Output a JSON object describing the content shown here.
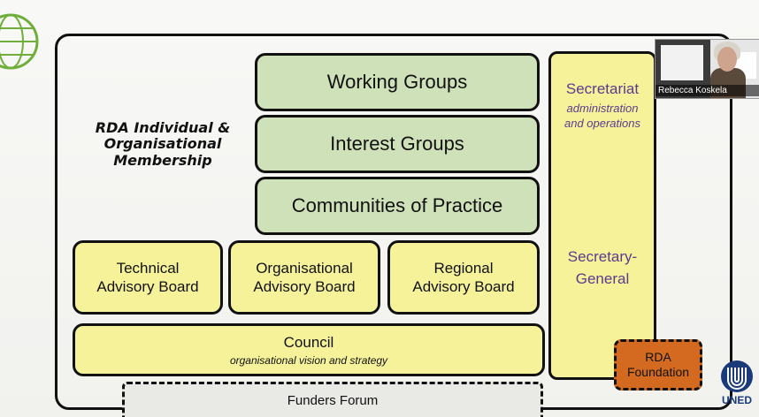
{
  "slide": {
    "membership": "RDA Individual & Organisational Membership",
    "groups": [
      {
        "label": "Working Groups"
      },
      {
        "label": "Interest Groups"
      },
      {
        "label": "Communities of Practice"
      }
    ],
    "boards": [
      {
        "line1": "Technical",
        "line2": "Advisory Board"
      },
      {
        "line1": "Organisational",
        "line2": "Advisory Board"
      },
      {
        "line1": "Regional",
        "line2": "Advisory Board"
      }
    ],
    "council": {
      "title": "Council",
      "subtitle": "organisational vision and strategy"
    },
    "secretariat": {
      "title": "Secretariat",
      "subtitle_line1": "administration",
      "subtitle_line2": "and operations",
      "general_line1": "Secretary-",
      "general_line2": "General"
    },
    "foundation": {
      "line1": "RDA",
      "line2": "Foundation"
    },
    "funders": "Funders Forum"
  },
  "webcam": {
    "name": "Rebecca Koskela"
  },
  "logo": {
    "text": "UNED"
  },
  "colors": {
    "green": "#cfe1b8",
    "yellow": "#f6f29a",
    "purple_text": "#5c3a8e",
    "orange": "#d36a1f"
  }
}
